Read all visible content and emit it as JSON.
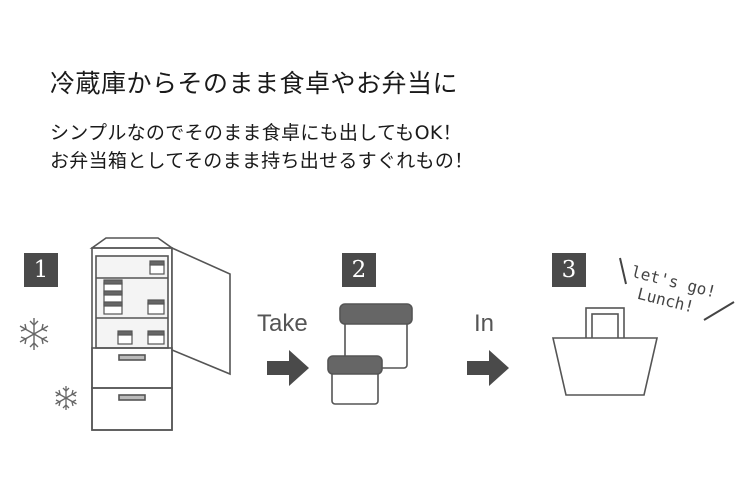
{
  "heading": "冷蔵庫からそのまま食卓やお弁当に",
  "subtext": {
    "line1": "シンプルなのでそのまま食卓にも出してもOK！",
    "line2": "お弁当箱としてそのまま持ち出せるすぐれもの！"
  },
  "steps": [
    {
      "number": "1"
    },
    {
      "number": "2"
    },
    {
      "number": "3"
    }
  ],
  "arrows": [
    {
      "label": "Take"
    },
    {
      "label": "In"
    }
  ],
  "bubble": {
    "line1": "let's go!",
    "line2": "Lunch!"
  },
  "icons": {
    "snowflake": "snowflake-icon",
    "fridge": "refrigerator-icon",
    "container": "food-container-icon",
    "bag": "lunch-bag-icon"
  },
  "colors": {
    "stroke": "#555555",
    "badge": "#4a4a4a",
    "lid": "#666666",
    "arrow": "#4a4a4a"
  }
}
